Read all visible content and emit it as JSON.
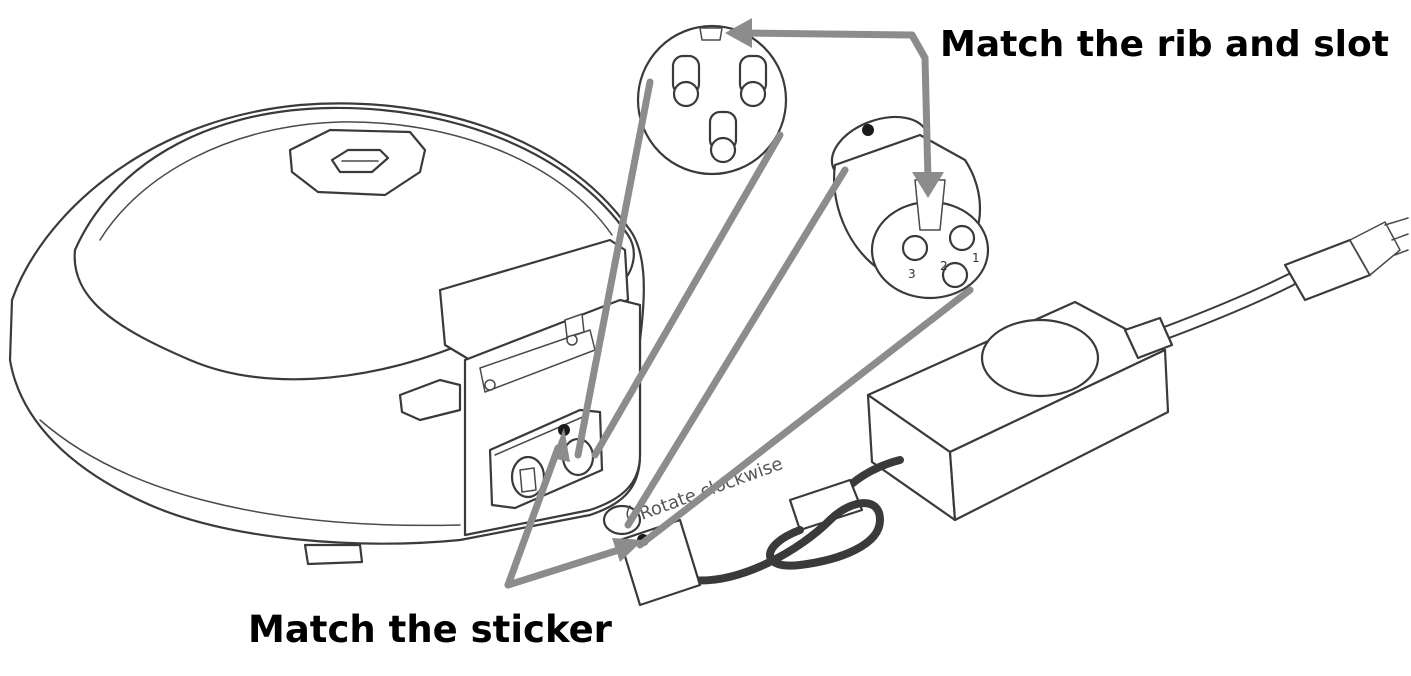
{
  "callouts": {
    "rib_and_slot": "Match the rib and slot",
    "sticker": "Match the sticker"
  },
  "connector": {
    "pin_labels": [
      "1",
      "2",
      "3"
    ]
  },
  "cable": {
    "rotate_label": "Rotate clockwise"
  },
  "colors": {
    "pointer": "#8c8c8c",
    "ink": "#3a3a3a",
    "sticker_dot": "#1a1a1a"
  },
  "icons": {
    "rotate": "rotate-arrow-icon"
  }
}
